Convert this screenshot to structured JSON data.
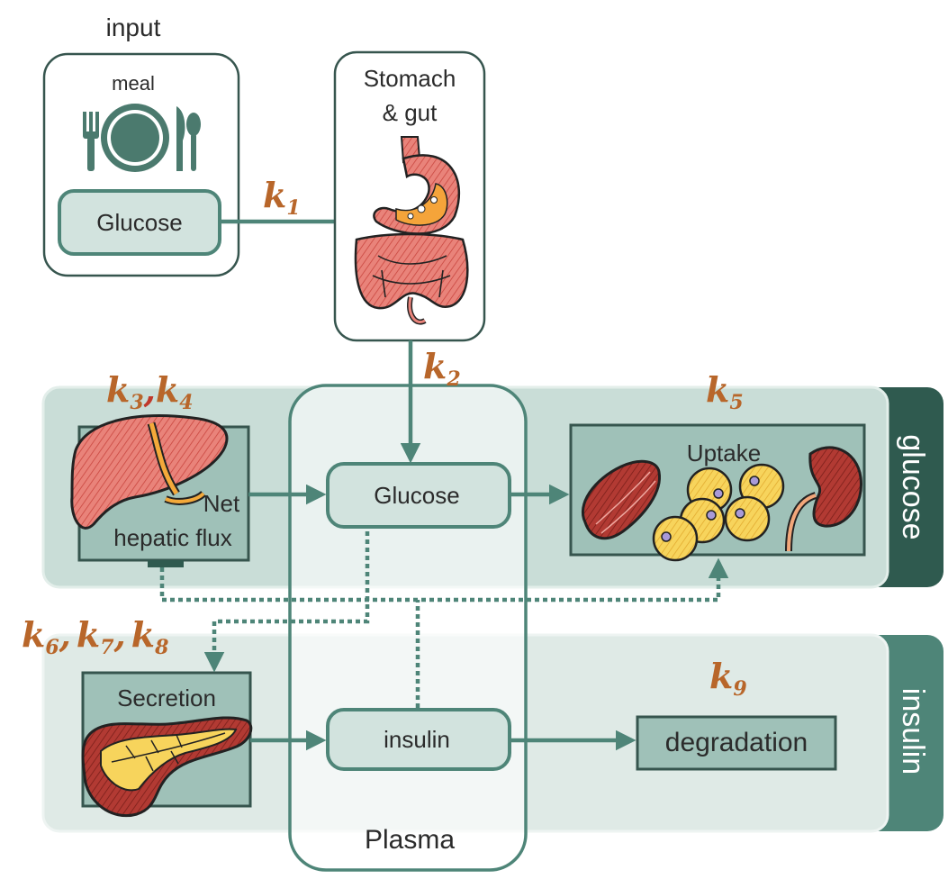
{
  "input": {
    "label": "input",
    "meal_label": "meal",
    "glucose_label": "Glucose"
  },
  "stomach": {
    "label_line1": "Stomach",
    "label_line2": "& gut"
  },
  "rates": {
    "k1": {
      "k": "k",
      "sub": "1"
    },
    "k2": {
      "k": "k",
      "sub": "2"
    },
    "k3": {
      "k": "k",
      "sub": "3"
    },
    "k4": {
      "k": "k",
      "sub": "4"
    },
    "k5": {
      "k": "k",
      "sub": "5"
    },
    "k6": {
      "k": "k",
      "sub": "6"
    },
    "k7": {
      "k": "k",
      "sub": "7"
    },
    "k8": {
      "k": "k",
      "sub": "8"
    },
    "k9": {
      "k": "k",
      "sub": "9"
    },
    "sep34": ",",
    "sep67": ",",
    "sep78": ","
  },
  "liver": {
    "label_line1": "Net",
    "label_line2": "hepatic flux"
  },
  "plasma": {
    "label": "Plasma",
    "glucose_label": "Glucose",
    "insulin_label": "insulin"
  },
  "uptake": {
    "label": "Uptake"
  },
  "pancreas": {
    "label": "Secretion"
  },
  "degradation": {
    "label": "degradation"
  },
  "bands": {
    "glucose": "glucose",
    "insulin": "insulin"
  },
  "colors": {
    "teal_line": "#4e8578",
    "band_fill": "#c9ddd7",
    "box_fill": "#9fc1b8",
    "pill_fill": "#d2e3de",
    "dark_tab_glucose": "#2f5a4f",
    "dark_tab_insulin": "#4e8578",
    "rate_orange": "#b8662a"
  }
}
